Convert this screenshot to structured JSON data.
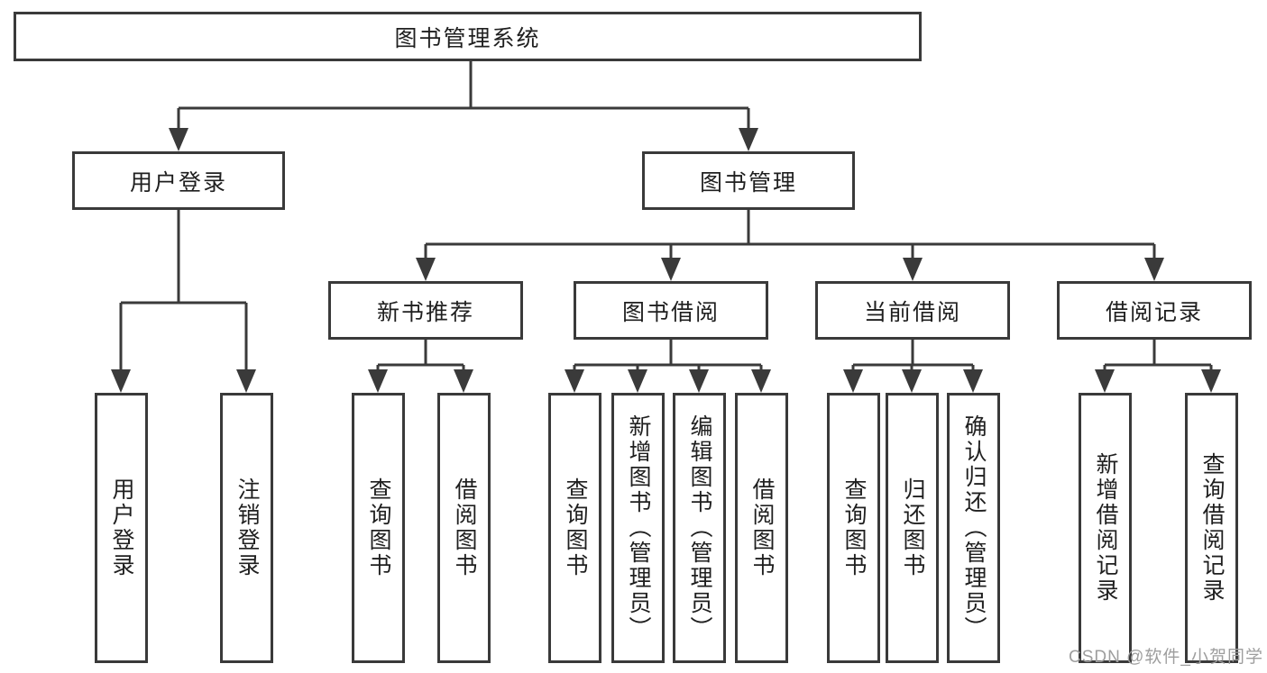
{
  "diagram": {
    "root": {
      "label": "图书管理系统"
    },
    "level1": [
      {
        "label": "用户登录"
      },
      {
        "label": "图书管理"
      }
    ],
    "level2": [
      {
        "label": "新书推荐"
      },
      {
        "label": "图书借阅"
      },
      {
        "label": "当前借阅"
      },
      {
        "label": "借阅记录"
      }
    ],
    "leaves": {
      "user_login": [
        {
          "label": "用户登录"
        },
        {
          "label": "注销登录"
        }
      ],
      "new_book": [
        {
          "label": "查询图书"
        },
        {
          "label": "借阅图书"
        }
      ],
      "book_borrow": [
        {
          "label": "查询图书"
        },
        {
          "label": "新增图书（管理员）"
        },
        {
          "label": "编辑图书（管理员）"
        },
        {
          "label": "借阅图书"
        }
      ],
      "current_borrow": [
        {
          "label": "查询图书"
        },
        {
          "label": "归还图书"
        },
        {
          "label": "确认归还（管理员）"
        }
      ],
      "borrow_records": [
        {
          "label": "新增借阅记录"
        },
        {
          "label": "查询借阅记录"
        }
      ]
    },
    "watermark": "CSDN @软件_小贺同学",
    "colors": {
      "line": "#3a3a3a",
      "box_border": "#3a3a3a",
      "text": "#1f1f1f",
      "watermark": "#9e9e9e",
      "background": "#ffffff"
    }
  }
}
